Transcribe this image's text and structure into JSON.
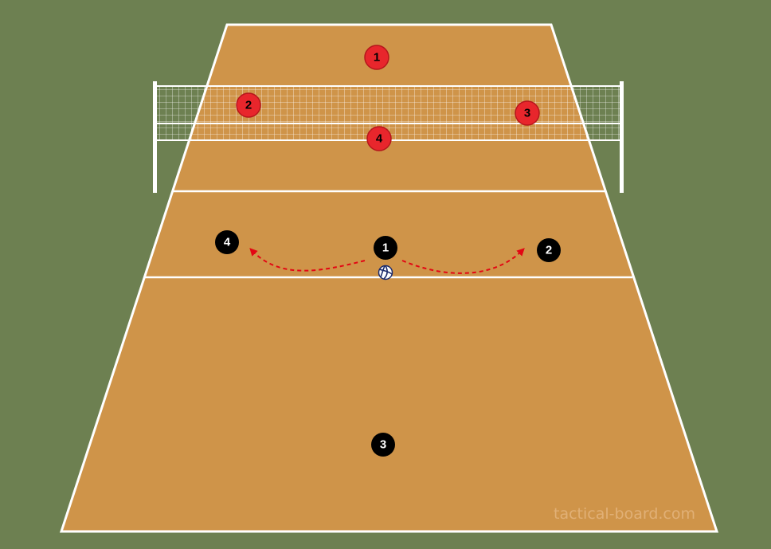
{
  "board": {
    "watermark": "tactical-board.com"
  },
  "colors": {
    "background": "#6d8051",
    "court": "#cf9449",
    "lines": "#ffffff",
    "team_red": "#e8262c",
    "team_black": "#000000",
    "arrow": "#e30613"
  },
  "team_red": {
    "players": [
      {
        "number": "1"
      },
      {
        "number": "2"
      },
      {
        "number": "3"
      },
      {
        "number": "4"
      }
    ]
  },
  "team_black": {
    "players": [
      {
        "number": "1"
      },
      {
        "number": "2"
      },
      {
        "number": "3"
      },
      {
        "number": "4"
      }
    ]
  },
  "ball": {
    "icon": "volleyball-icon"
  }
}
